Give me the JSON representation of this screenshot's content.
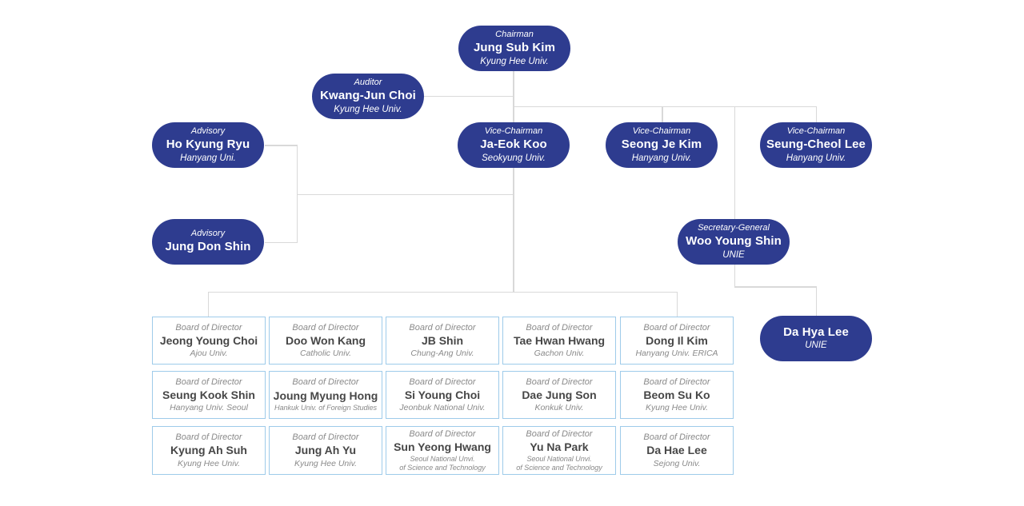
{
  "colors": {
    "node_background": "#2e3c8f",
    "node_text": "#ffffff",
    "board_border": "#9ecbea",
    "board_title_text": "#8a8a8a",
    "board_name_text": "#474747",
    "connector_line": "#d9d9d9"
  },
  "executives": [
    {
      "role": "Chairman",
      "name": "Jung Sub Kim",
      "org": "Kyung Hee Univ."
    },
    {
      "role": "Auditor",
      "name": "Kwang-Jun Choi",
      "org": "Kyung Hee Univ."
    },
    {
      "role": "Advisory",
      "name": "Ho Kyung Ryu",
      "org": "Hanyang Uni."
    },
    {
      "role": "Advisory",
      "name": "Jung Don Shin",
      "org": ""
    },
    {
      "role": "Vice-Chairman",
      "name": "Ja-Eok Koo",
      "org": "Seokyung Univ."
    },
    {
      "role": "Vice-Chairman",
      "name": "Seong Je Kim",
      "org": "Hanyang Univ."
    },
    {
      "role": "Vice-Chairman",
      "name": "Seung-Cheol Lee",
      "org": "Hanyang Univ."
    },
    {
      "role": "Secretary-General",
      "name": "Woo Young Shin",
      "org": "UNIE"
    },
    {
      "role": "",
      "name": "Da Hya Lee",
      "org": "UNIE"
    }
  ],
  "board": {
    "role_label": "Board of Director",
    "members": [
      {
        "name": "Jeong Young Choi",
        "org": "Ajou Univ."
      },
      {
        "name": "Doo Won Kang",
        "org": "Catholic Univ."
      },
      {
        "name": "JB Shin",
        "org": "Chung-Ang Univ."
      },
      {
        "name": "Tae Hwan Hwang",
        "org": "Gachon Univ."
      },
      {
        "name": "Dong Il Kim",
        "org": "Hanyang Univ. ERICA"
      },
      {
        "name": "Seung Kook Shin",
        "org": "Hanyang Univ. Seoul"
      },
      {
        "name": "Joung Myung Hong",
        "org": "Hankuk Univ. of Foreign Studies"
      },
      {
        "name": "Si Young Choi",
        "org": "Jeonbuk National Univ."
      },
      {
        "name": "Dae Jung Son",
        "org": "Konkuk Univ."
      },
      {
        "name": "Beom Su Ko",
        "org": "Kyung Hee Univ."
      },
      {
        "name": "Kyung Ah Suh",
        "org": "Kyung Hee Univ."
      },
      {
        "name": "Jung Ah Yu",
        "org": "Kyung Hee Univ."
      },
      {
        "name": "Sun Yeong Hwang",
        "org": "Seoul National Unvi.\nof Science and Technology"
      },
      {
        "name": "Yu Na Park",
        "org": "Seoul National Unvi.\nof Science and Technology"
      },
      {
        "name": "Da Hae Lee",
        "org": "Sejong Univ."
      }
    ]
  }
}
